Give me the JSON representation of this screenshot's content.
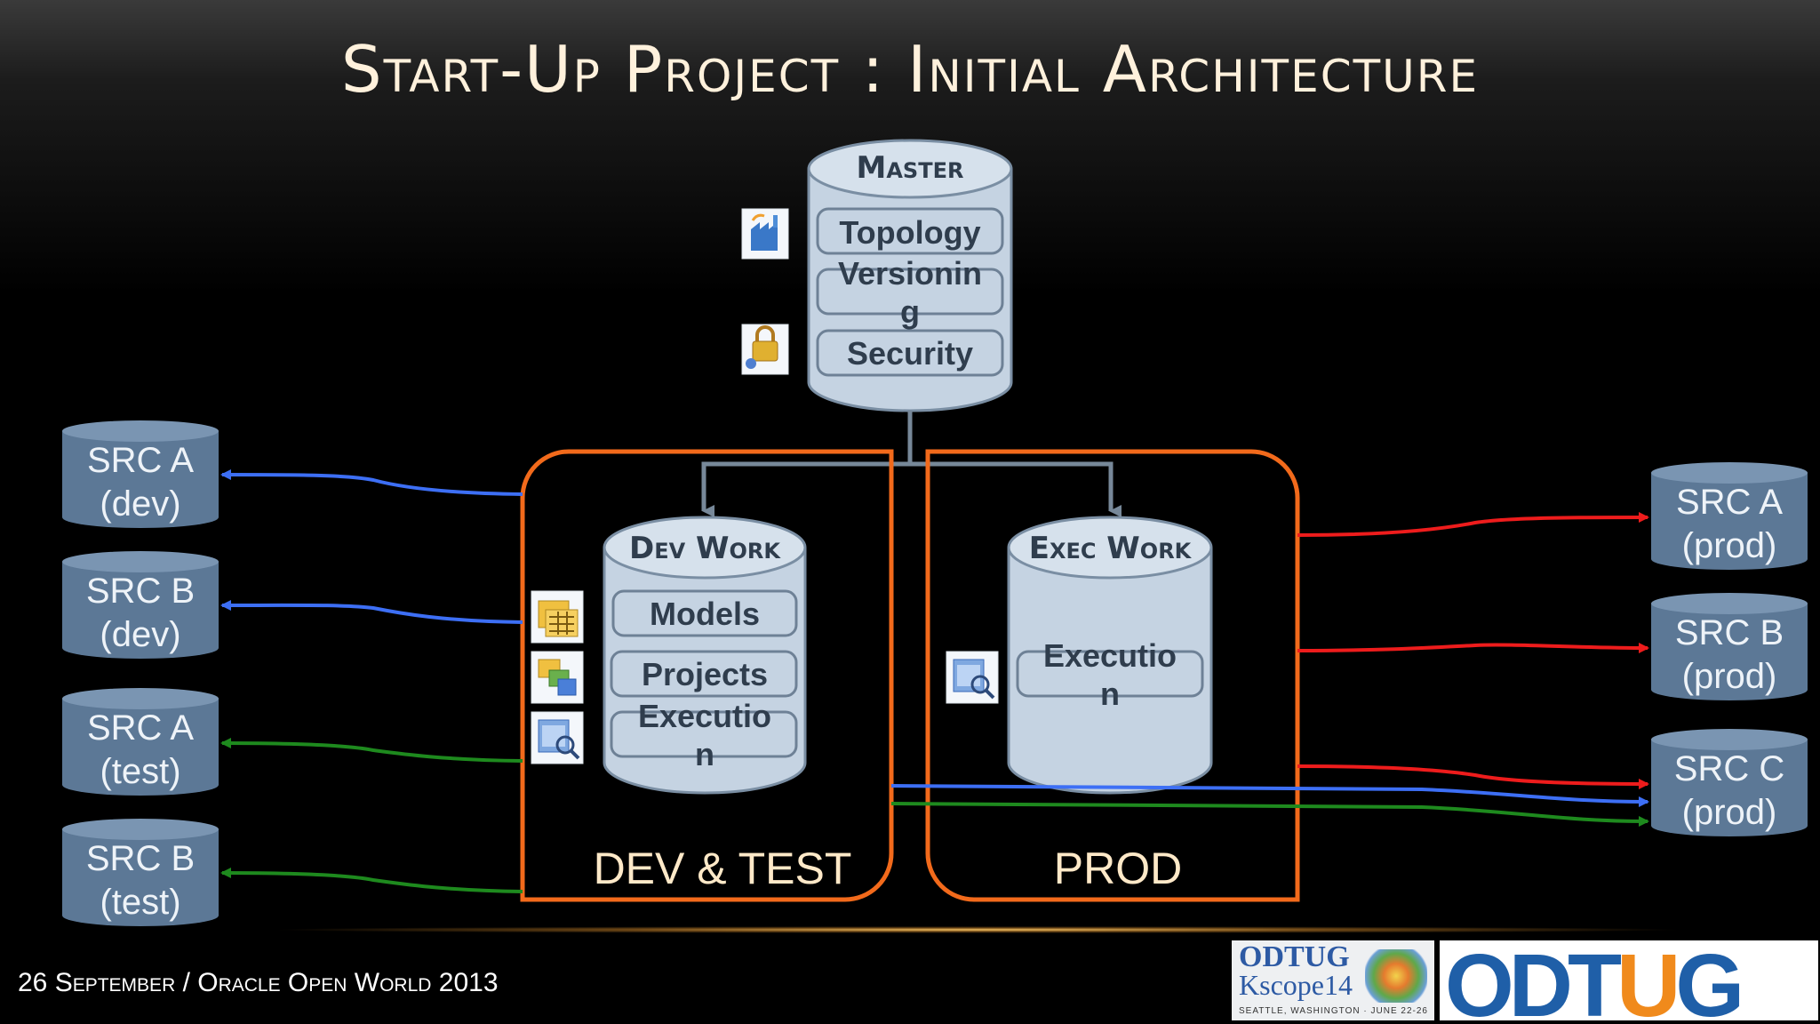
{
  "title": "Start-Up Project : Initial Architecture",
  "master": {
    "label": "Master",
    "items": [
      "Topology",
      "Versionin\ng",
      "Security"
    ]
  },
  "dev_work": {
    "label": "Dev Work",
    "items": [
      "Models",
      "Projects",
      "Executio\nn"
    ]
  },
  "exec_work": {
    "label": "Exec Work",
    "items": [
      "Executio\nn"
    ]
  },
  "zones": {
    "dev_test": "DEV & TEST",
    "prod": "PROD"
  },
  "sources_left": [
    {
      "name": "SRC A",
      "env": "(dev)"
    },
    {
      "name": "SRC B",
      "env": "(dev)"
    },
    {
      "name": "SRC A",
      "env": "(test)"
    },
    {
      "name": "SRC B",
      "env": "(test)"
    }
  ],
  "sources_right": [
    {
      "name": "SRC A",
      "env": "(prod)"
    },
    {
      "name": "SRC B",
      "env": "(prod)"
    },
    {
      "name": "SRC C",
      "env": "(prod)"
    }
  ],
  "icons": {
    "topology": "factory-icon",
    "security": "padlock-icon",
    "models": "model-folder-icon",
    "projects": "project-icon",
    "execution_dev": "execution-monitor-icon",
    "execution_prod": "execution-monitor-icon"
  },
  "colors": {
    "db_fill": "#c5d3e2",
    "db_stroke": "#7a8ea3",
    "src_fill": "#5c7896",
    "zone_border": "#f26a1b",
    "link_gray": "#778899",
    "line_blue": "#3d6ff5",
    "line_green": "#1e8a1e",
    "line_red": "#ee1c1c"
  },
  "footer": {
    "text": "26 September / Oracle Open World 2013"
  },
  "logos": {
    "kscope": {
      "line1": "ODTUG",
      "line2": "Kscope14",
      "line3": "SEATTLE, WASHINGTON · JUNE 22-26"
    },
    "odtug": {
      "part1": "ODT",
      "part2": "U",
      "part3": "G"
    }
  }
}
